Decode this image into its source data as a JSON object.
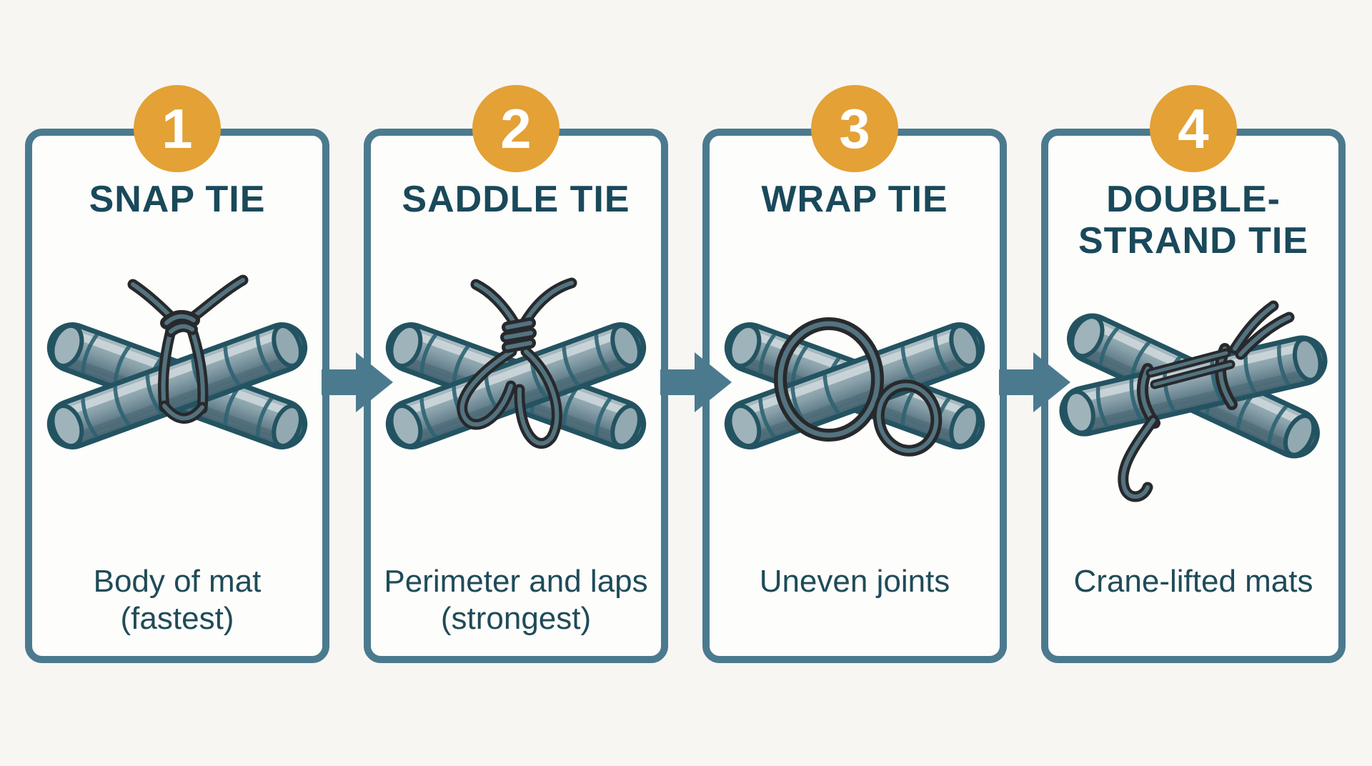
{
  "page": {
    "background": "#f7f6f3"
  },
  "colors": {
    "accent_orange": "#e3a136",
    "frame_teal": "#4b7a8f",
    "title_text": "#19495a",
    "caption_text": "#1f4b58",
    "card_background": "#fdfdfb",
    "wire_dark": "#27292c",
    "rebar_steel": "#7f99a3"
  },
  "arrows": {
    "count": 3,
    "direction": "right",
    "icon": "arrow-right-icon"
  },
  "cards": [
    {
      "number": "1",
      "title": "SNAP TIE",
      "caption": "Body of mat (fastest)",
      "illustration": "snap-tie-rebar-cross"
    },
    {
      "number": "2",
      "title": "SADDLE TIE",
      "caption": "Perimeter and laps (strongest)",
      "illustration": "saddle-tie-rebar-cross"
    },
    {
      "number": "3",
      "title": "WRAP TIE",
      "caption": "Uneven joints",
      "illustration": "wrap-tie-rebar-cross"
    },
    {
      "number": "4",
      "title": "DOUBLE-STRAND TIE",
      "caption": "Crane-lifted mats",
      "illustration": "double-strand-tie-rebar-cross"
    }
  ]
}
